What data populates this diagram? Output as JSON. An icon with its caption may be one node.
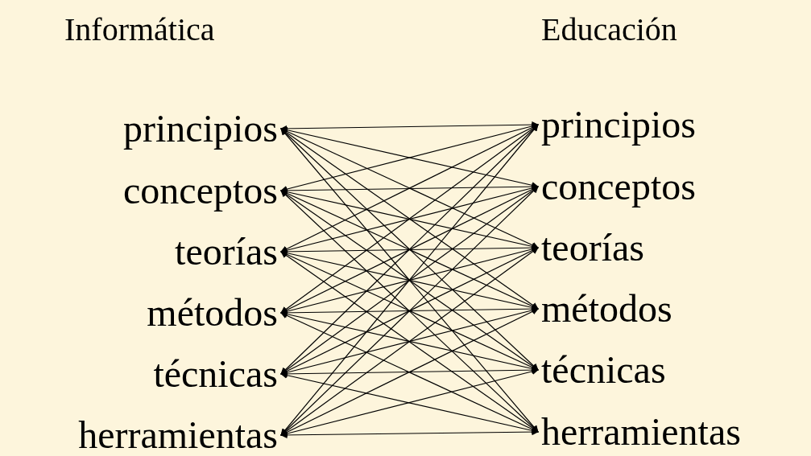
{
  "diagram": {
    "nodes": [
      {
        "text": [
          "principios"
        ]
      },
      {
        "text": [
          "conceptos"
        ]
      },
      {
        "text": [
          "teorías"
        ]
      },
      {
        "text": [
          "métodos"
        ]
      },
      {
        "text": [
          "técnicas"
        ]
      },
      {
        "text": [
          "herramientas"
        ]
      },
      {
        "text": [
          "principios"
        ]
      },
      {
        "text": [
          "conceptos"
        ]
      },
      {
        "text": [
          "teorías"
        ]
      },
      {
        "text": [
          "métodos"
        ]
      },
      {
        "text": [
          "técnicas"
        ]
      },
      {
        "text": [
          "herramientas"
        ]
      }
    ],
    "edges": [
      {
        "from": 0,
        "to": 6,
        "arrow": "both"
      },
      {
        "from": 0,
        "to": 7,
        "arrow": "both"
      },
      {
        "from": 0,
        "to": 8,
        "arrow": "both"
      },
      {
        "from": 0,
        "to": 9,
        "arrow": "both"
      },
      {
        "from": 0,
        "to": 10,
        "arrow": "both"
      },
      {
        "from": 0,
        "to": 11,
        "arrow": "both"
      },
      {
        "from": 1,
        "to": 6,
        "arrow": "both"
      },
      {
        "from": 1,
        "to": 7,
        "arrow": "both"
      },
      {
        "from": 1,
        "to": 8,
        "arrow": "both"
      },
      {
        "from": 1,
        "to": 9,
        "arrow": "both"
      },
      {
        "from": 1,
        "to": 10,
        "arrow": "both"
      },
      {
        "from": 1,
        "to": 11,
        "arrow": "both"
      },
      {
        "from": 2,
        "to": 6,
        "arrow": "both"
      },
      {
        "from": 2,
        "to": 7,
        "arrow": "both"
      },
      {
        "from": 2,
        "to": 8,
        "arrow": "both"
      },
      {
        "from": 2,
        "to": 9,
        "arrow": "both"
      },
      {
        "from": 2,
        "to": 10,
        "arrow": "both"
      },
      {
        "from": 2,
        "to": 11,
        "arrow": "both"
      },
      {
        "from": 3,
        "to": 6,
        "arrow": "both"
      },
      {
        "from": 3,
        "to": 7,
        "arrow": "both"
      },
      {
        "from": 3,
        "to": 8,
        "arrow": "both"
      },
      {
        "from": 3,
        "to": 9,
        "arrow": "both"
      },
      {
        "from": 3,
        "to": 10,
        "arrow": "both"
      },
      {
        "from": 3,
        "to": 11,
        "arrow": "both"
      },
      {
        "from": 4,
        "to": 6,
        "arrow": "both"
      },
      {
        "from": 4,
        "to": 7,
        "arrow": "both"
      },
      {
        "from": 4,
        "to": 8,
        "arrow": "both"
      },
      {
        "from": 4,
        "to": 9,
        "arrow": "both"
      },
      {
        "from": 4,
        "to": 10,
        "arrow": "both"
      },
      {
        "from": 4,
        "to": 11,
        "arrow": "both"
      },
      {
        "from": 5,
        "to": 6,
        "arrow": "both"
      },
      {
        "from": 5,
        "to": 7,
        "arrow": "both"
      },
      {
        "from": 5,
        "to": 8,
        "arrow": "both"
      },
      {
        "from": 5,
        "to": 9,
        "arrow": "both"
      },
      {
        "from": 5,
        "to": 10,
        "arrow": "both"
      },
      {
        "from": 5,
        "to": 11,
        "arrow": "both"
      }
    ],
    "labels": [
      "Informática",
      "Educación"
    ]
  }
}
